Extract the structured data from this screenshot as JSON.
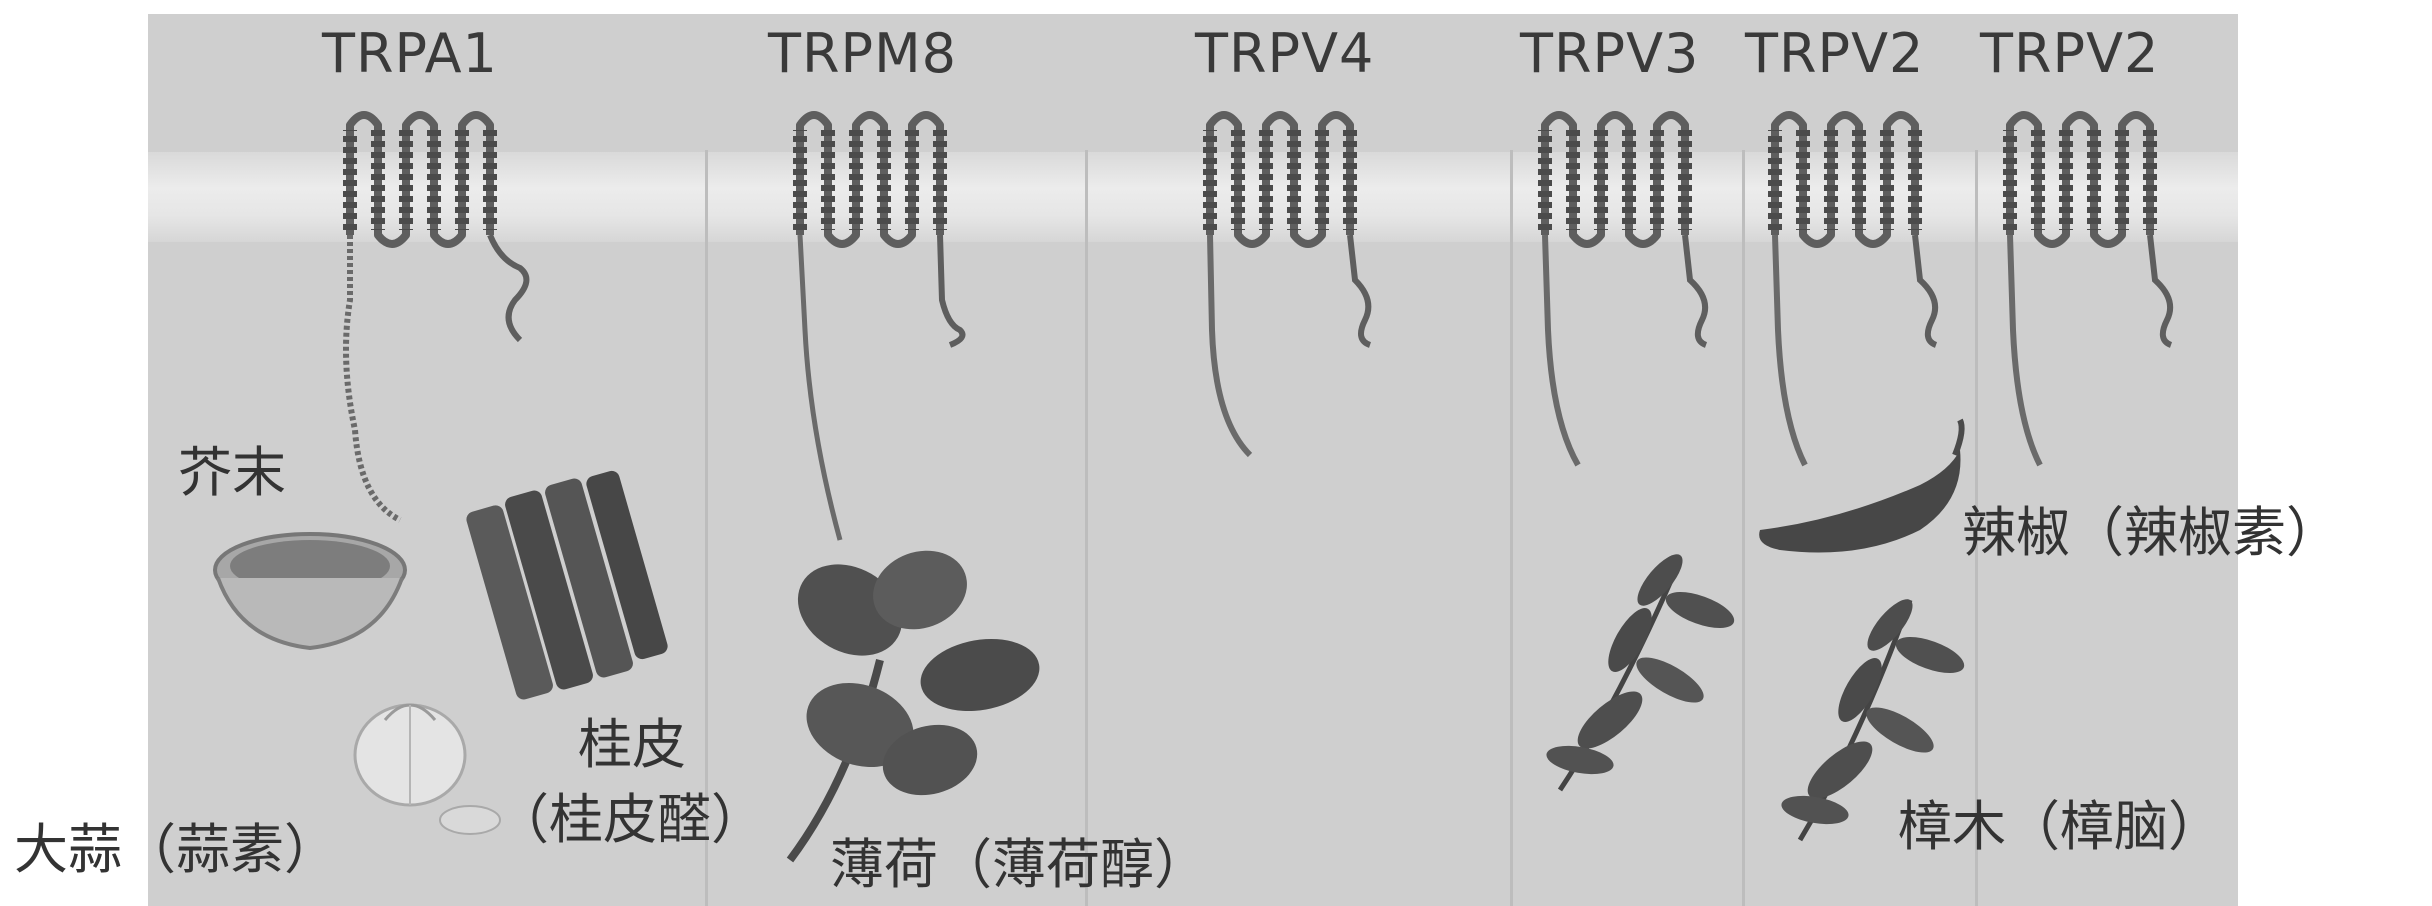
{
  "channels": [
    {
      "name": "TRPA1"
    },
    {
      "name": "TRPM8"
    },
    {
      "name": "TRPV4"
    },
    {
      "name": "TRPV3"
    },
    {
      "name": "TRPV2"
    },
    {
      "name": "TRPV2"
    }
  ],
  "substances": {
    "mustard": "芥末",
    "garlic": "大蒜（蒜素）",
    "cinnamon_line1": "桂皮",
    "cinnamon_line2": "（桂皮醛）",
    "mint": "薄荷（薄荷醇）",
    "chili": "辣椒（辣椒素）",
    "camphor": "樟木（樟脑）"
  },
  "colors": {
    "background_panel": "#cfcfcf",
    "membrane": "#e6e6e6",
    "protein": "#5e5e5e",
    "text": "#333333"
  }
}
